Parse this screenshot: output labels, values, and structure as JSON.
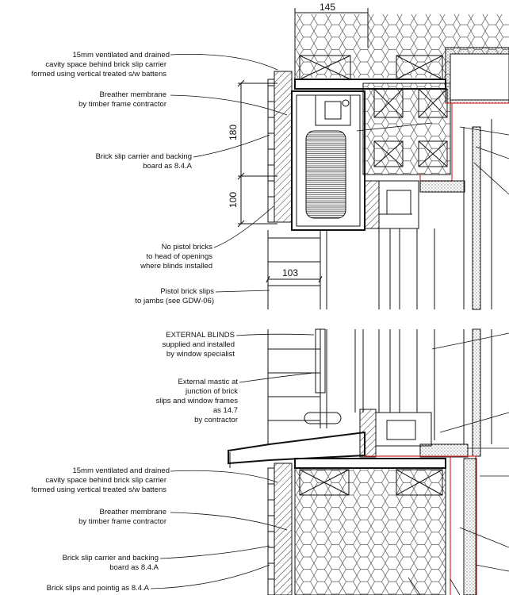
{
  "dimensions": {
    "top_width": "145",
    "upper_height": "180",
    "lower_height": "100",
    "slip_width": "103"
  },
  "notes": {
    "cavity_top": [
      "15mm ventilated and drained",
      "cavity space behind brick slip carrier",
      "formed using vertical treated s/w battens"
    ],
    "breather_top": [
      "Breather membrane",
      "by timber frame contractor"
    ],
    "carrier_top": [
      "Brick slip carrier and backing",
      "board as 8.4.A"
    ],
    "no_pistol": [
      "No pistol bricks",
      "to head of openings",
      "where blinds installed"
    ],
    "pistol": [
      "Pistol brick slips",
      "to jambs (see GDW-06)"
    ],
    "blinds": [
      "EXTERNAL BLINDS",
      "supplied and installed",
      "by window specialist"
    ],
    "mastic": [
      "External mastic at",
      "junction of brick",
      "slips and window frames",
      "as 14.7",
      "by contractor"
    ],
    "cavity_bottom": [
      "15mm ventilated and drained",
      "cavity space behind brick slip carrier",
      "formed using vertical treated s/w battens"
    ],
    "breather_bottom": [
      "Breather membrane",
      "by timber frame contractor"
    ],
    "carrier_bottom": [
      "Brick slip carrier and backing",
      "board as 8.4.A"
    ],
    "slips_bottom": [
      "Brick slips and pointig as 8.4.A"
    ]
  }
}
